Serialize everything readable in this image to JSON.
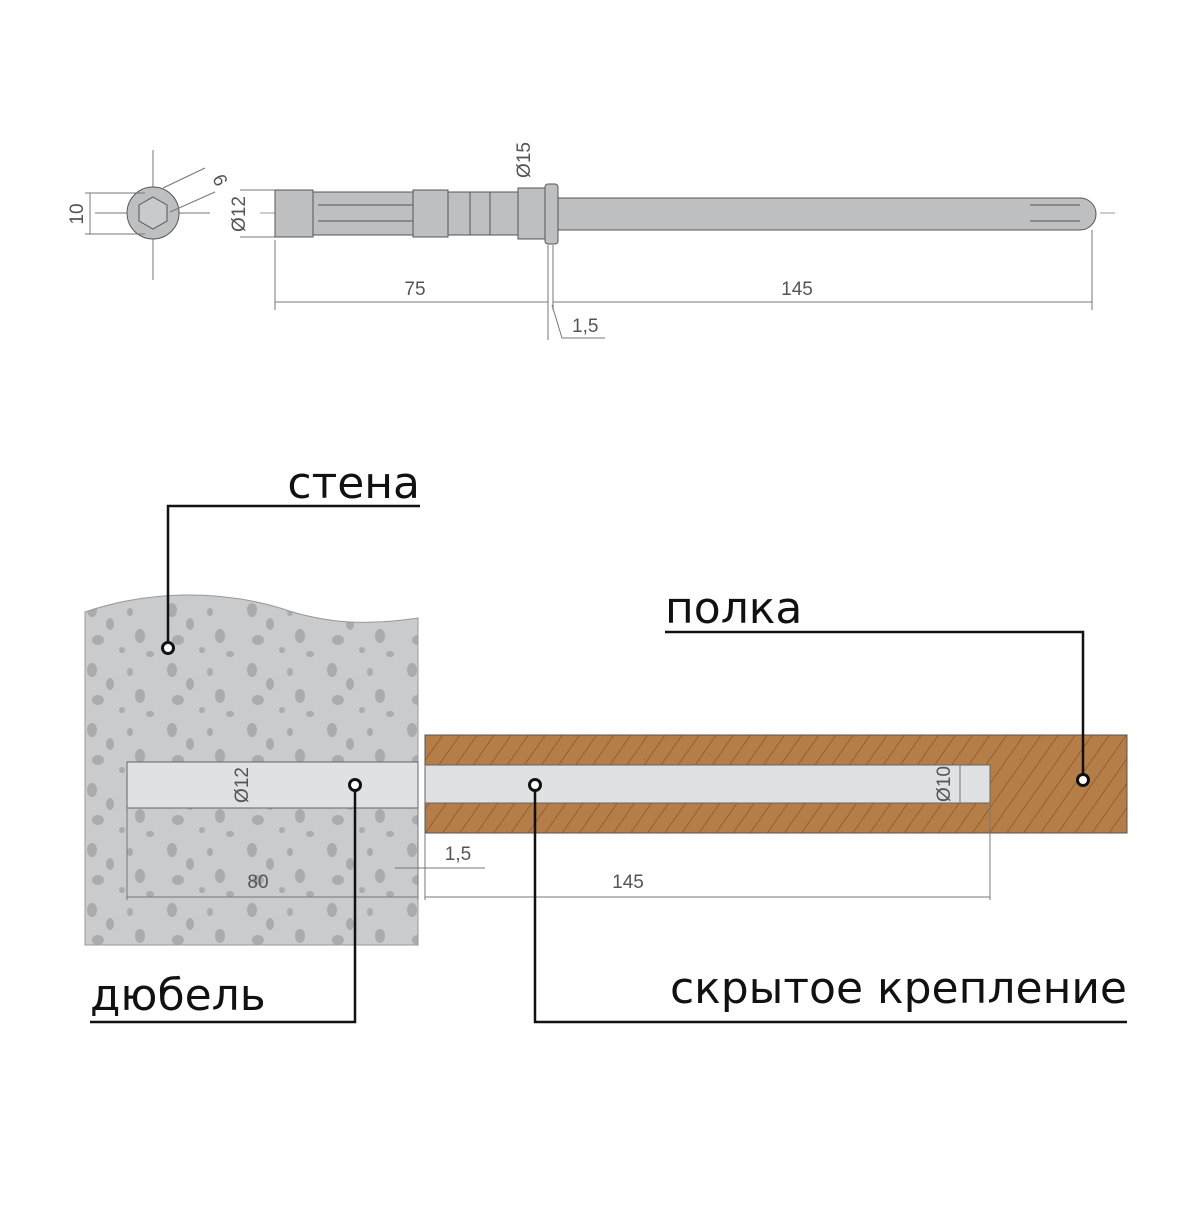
{
  "top_drawing": {
    "dim_hex_height": "10",
    "dim_hex_key": "6",
    "dim_dowel_diameter": "Ø12",
    "dim_collar_diameter": "Ø15",
    "dim_dowel_length": "75",
    "dim_gap": "1,5",
    "dim_rod_length": "145"
  },
  "bottom_drawing": {
    "label_wall": "стена",
    "label_shelf": "полка",
    "label_dowel": "дюбель",
    "label_hidden_mount": "скрытое крепление",
    "dim_dowel_diameter": "Ø12",
    "dim_hole_diameter": "Ø10",
    "dim_dowel_depth": "80",
    "dim_gap": "1,5",
    "dim_rod_length": "145"
  },
  "colors": {
    "wall": "#c9cbcd",
    "shelf": "#b57d47",
    "insert": "#dfe1e2"
  }
}
